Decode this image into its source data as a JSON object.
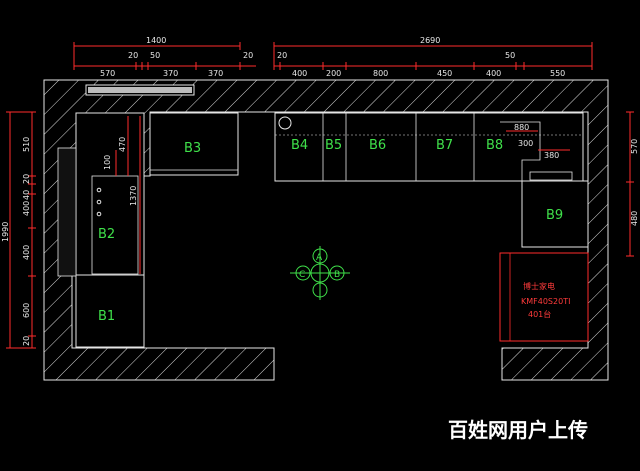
{
  "dimensions": {
    "top_left_total": "1400",
    "top_right_total": "2690",
    "top_left_segments": [
      "570",
      "20",
      "50",
      "370",
      "370",
      "20"
    ],
    "top_right_segments": [
      "20",
      "400",
      "200",
      "800",
      "450",
      "400",
      "50",
      "550"
    ],
    "left_total": "1990",
    "left_segments": [
      "510",
      "20",
      "40",
      "400",
      "400",
      "600",
      "20"
    ],
    "right_segments": [
      "570",
      "480"
    ],
    "inner_470": "470",
    "inner_100": "100",
    "inner_1370": "1370",
    "inner_880": "880",
    "inner_300": "300",
    "inner_380": "380"
  },
  "cabinets": {
    "b1": "B1",
    "b2": "B2",
    "b3": "B3",
    "b4": "B4",
    "b5": "B5",
    "b6": "B6",
    "b7": "B7",
    "b8": "B8",
    "b9": "B9"
  },
  "appliance": {
    "line1": "博士家电",
    "line2": "KMF40S20TI",
    "line3": "401台"
  },
  "compass": {
    "a": "A",
    "b": "B",
    "c": "C"
  },
  "watermark": "百姓网用户上传",
  "colors": {
    "background": "#000000",
    "wall_line": "#e6e6e6",
    "dimension_red": "#ff2b2b",
    "label_green": "#3fe04a"
  }
}
